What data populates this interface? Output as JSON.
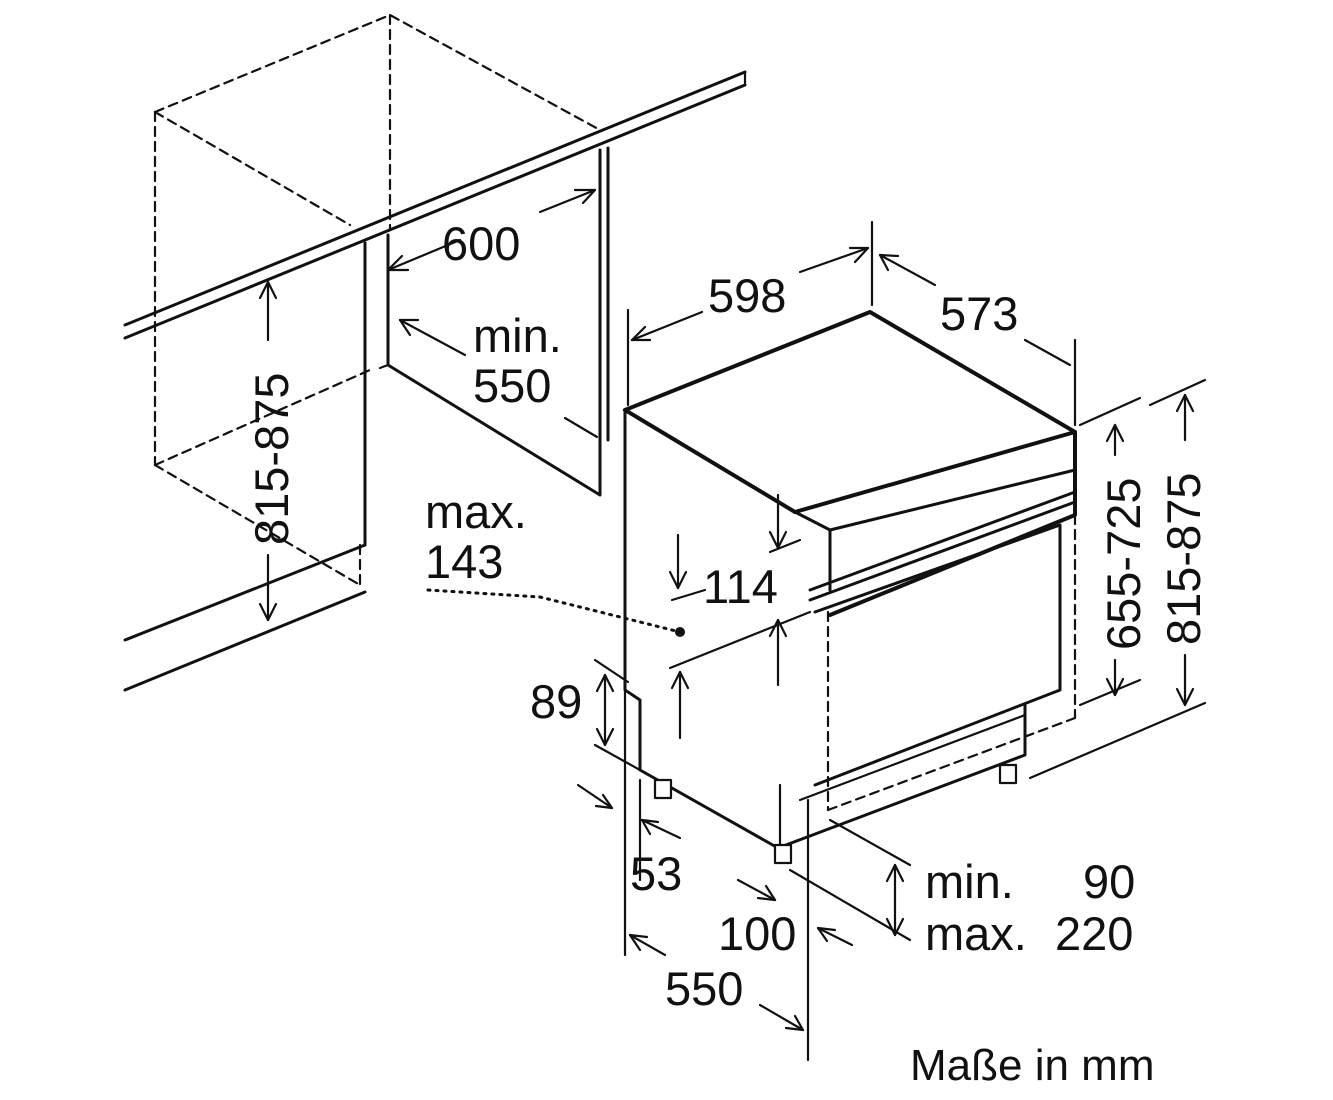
{
  "unit_note": "Maße in mm",
  "dimensions": {
    "niche_width": "600",
    "niche_depth_min_label": "min.",
    "niche_depth_min_value": "550",
    "niche_height": "815-875",
    "appliance_width": "598",
    "appliance_depth": "573",
    "panel_height": "655-725",
    "appliance_height": "815-875",
    "connection_max_label": "max.",
    "connection_max_value": "143",
    "control_panel_height": "114",
    "plinth_offset": "89",
    "foot_offset": "53",
    "base_depth": "550",
    "foot_spacing": "100",
    "plinth_min_label": "min.",
    "plinth_min_value": "90",
    "plinth_max_label": "max.",
    "plinth_max_value": "220"
  }
}
